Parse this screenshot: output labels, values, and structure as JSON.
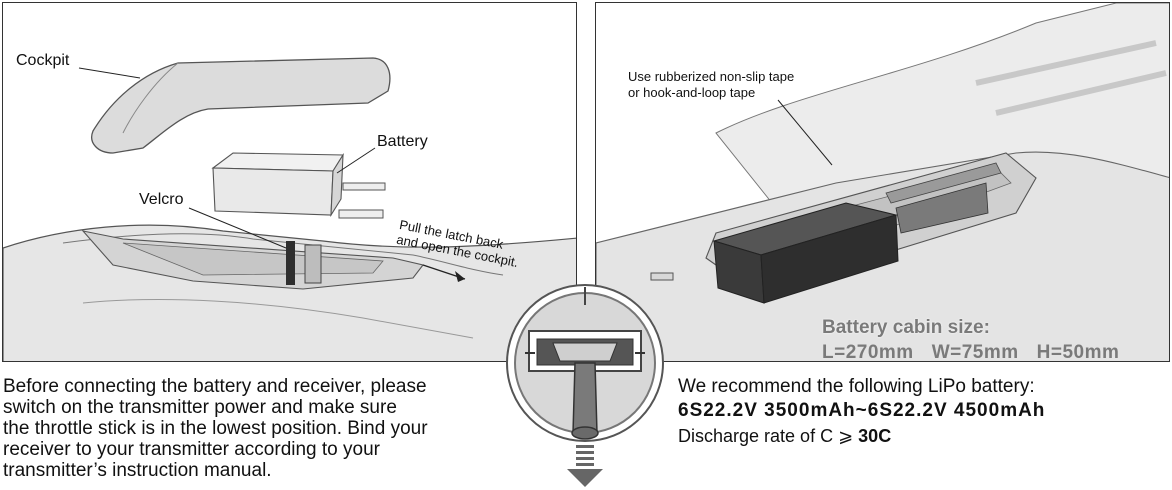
{
  "left_panel": {
    "labels": {
      "cockpit": "Cockpit",
      "battery": "Battery",
      "velcro": "Velcro",
      "latch_line1": "Pull the latch back",
      "latch_line2": "and open the cockpit."
    }
  },
  "right_panel": {
    "tape_line1": "Use rubberized non-slip tape",
    "tape_line2": "or hook-and-loop tape",
    "cabin_title": "Battery cabin size:",
    "cabin_length": "L=270mm",
    "cabin_width": "W=75mm",
    "cabin_height": "H=50mm"
  },
  "instructions": {
    "line1": "Before connecting the battery and receiver, please",
    "line2": "switch on the transmitter power and make sure",
    "line3": "the throttle stick is in the lowest position. Bind your",
    "line4": "receiver to your transmitter according to your",
    "line5": "transmitter’s instruction manual."
  },
  "recommendation": {
    "heading": "We recommend the following LiPo battery:",
    "spec": "6S22.2V 3500mAh~6S22.2V 4500mAh",
    "discharge_prefix": "Discharge rate of C ⩾",
    "discharge_value": "30C"
  },
  "icons": {
    "throttle": "throttle-stick-down-icon",
    "arrow": "arrow-down-icon"
  },
  "colors": {
    "body_fill": "#e9e9e9",
    "outline": "#555555",
    "dark_battery": "#3a3a3a",
    "cabin_text": "#7a7a7a"
  }
}
